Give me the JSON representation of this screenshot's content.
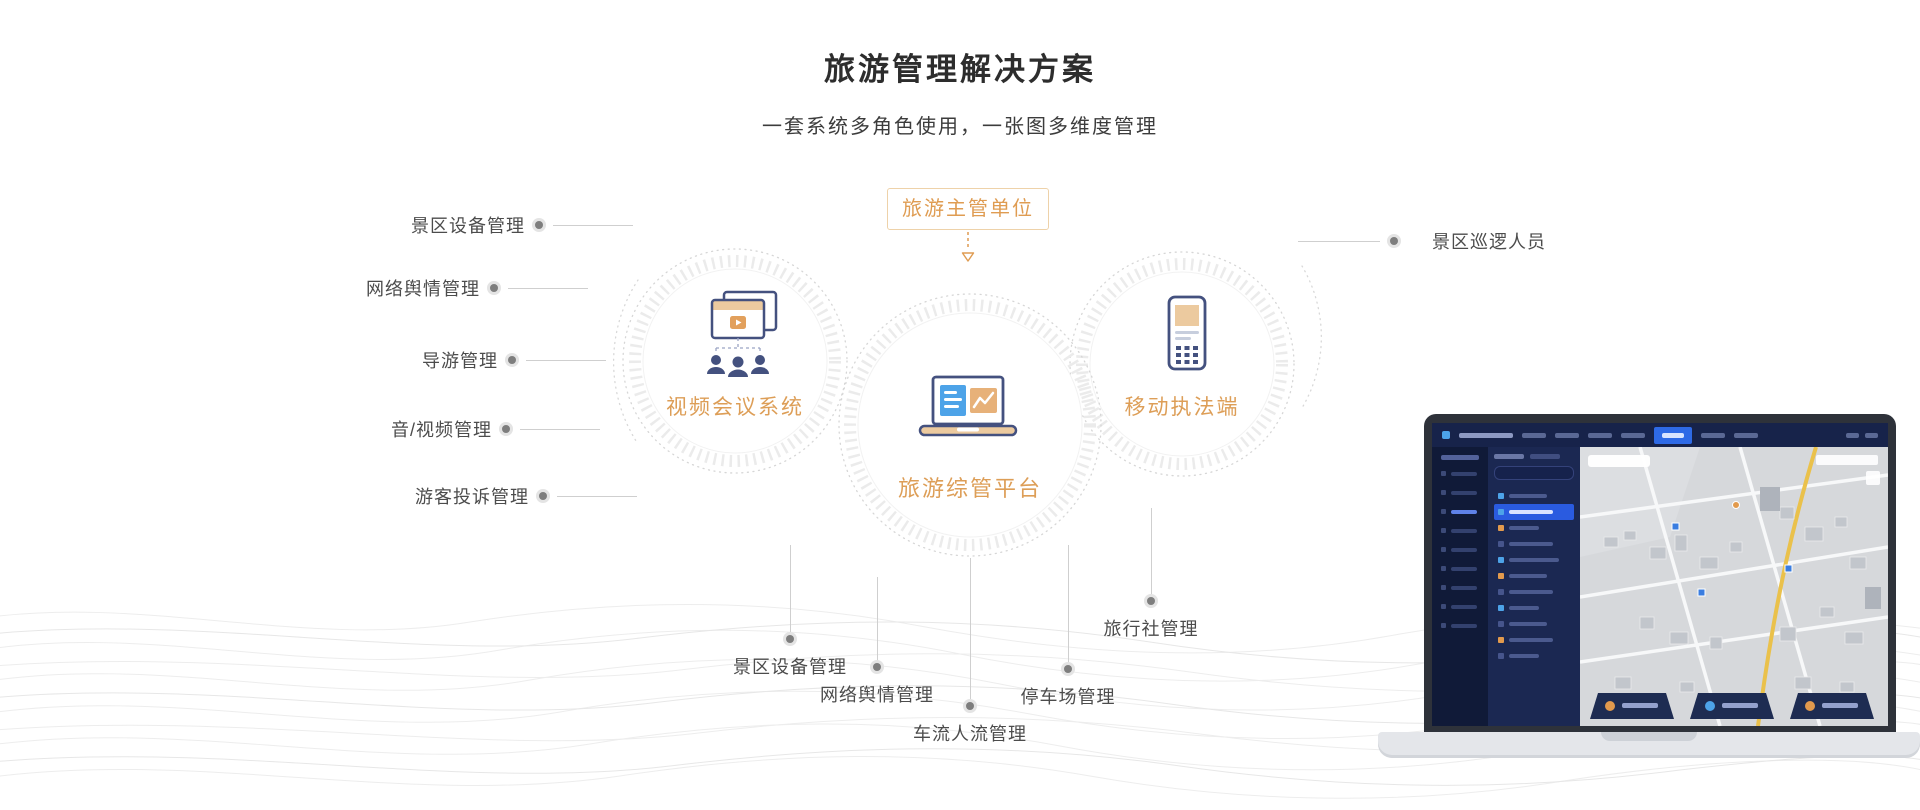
{
  "page": {
    "title": "旅游管理解决方案",
    "subtitle": "一套系统多角色使用，一张图多维度管理"
  },
  "diagram": {
    "authority": {
      "label": "旅游主管单位"
    },
    "hubs": {
      "video": {
        "label": "视频会议系统"
      },
      "platform": {
        "label": "旅游综管平台"
      },
      "mobile": {
        "label": "移动执法端"
      }
    },
    "left_items": [
      {
        "label": "景区设备管理"
      },
      {
        "label": "网络舆情管理"
      },
      {
        "label": "导游管理"
      },
      {
        "label": "音/视频管理"
      },
      {
        "label": "游客投诉管理"
      }
    ],
    "right_items": [
      {
        "label": "景区巡逻人员"
      }
    ],
    "bottom_items": [
      {
        "label": "景区设备管理"
      },
      {
        "label": "网络舆情管理"
      },
      {
        "label": "车流人流管理"
      },
      {
        "label": "停车场管理"
      },
      {
        "label": "旅行社管理"
      }
    ],
    "icons": {
      "hub_video": "video-conference-icon",
      "hub_platform": "laptop-dashboard-icon",
      "hub_mobile": "mobile-enforcement-icon",
      "authority_arrow": "dashed-down-arrow-icon"
    },
    "colors": {
      "accent_orange": "#dd9e57",
      "icon_navy": "#44517f",
      "icon_blue": "#4da3e8",
      "icon_tan": "#ecca9f",
      "label_gray": "#4c4c4c",
      "line_gray": "#cfcfcf"
    }
  }
}
